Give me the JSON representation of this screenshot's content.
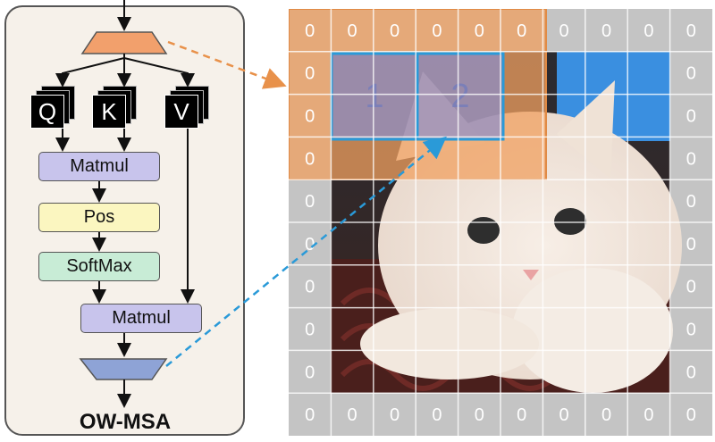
{
  "diagram": {
    "title": "OW-MSA",
    "qkv": [
      "Q",
      "K",
      "V"
    ],
    "steps": {
      "matmul1": "Matmul",
      "pos": "Pos",
      "softmax": "SoftMax",
      "matmul2": "Matmul"
    }
  },
  "grid": {
    "pad_value": "0",
    "patch_labels": [
      "1",
      "2"
    ],
    "colors": {
      "pad": "#bdbdbd",
      "window": "#f0a060",
      "patch": "#8a8fcf",
      "patch_border": "#2a9ad8",
      "arrow_orange": "#e8914a",
      "arrow_blue": "#2a9ad8"
    }
  },
  "colors": {
    "trapezoid_top": "#f2a06c",
    "trapezoid_bottom": "#8ea3d6",
    "matmul": "#c8c4ec",
    "pos": "#fbf6c0",
    "softmax": "#c8ecd6"
  }
}
